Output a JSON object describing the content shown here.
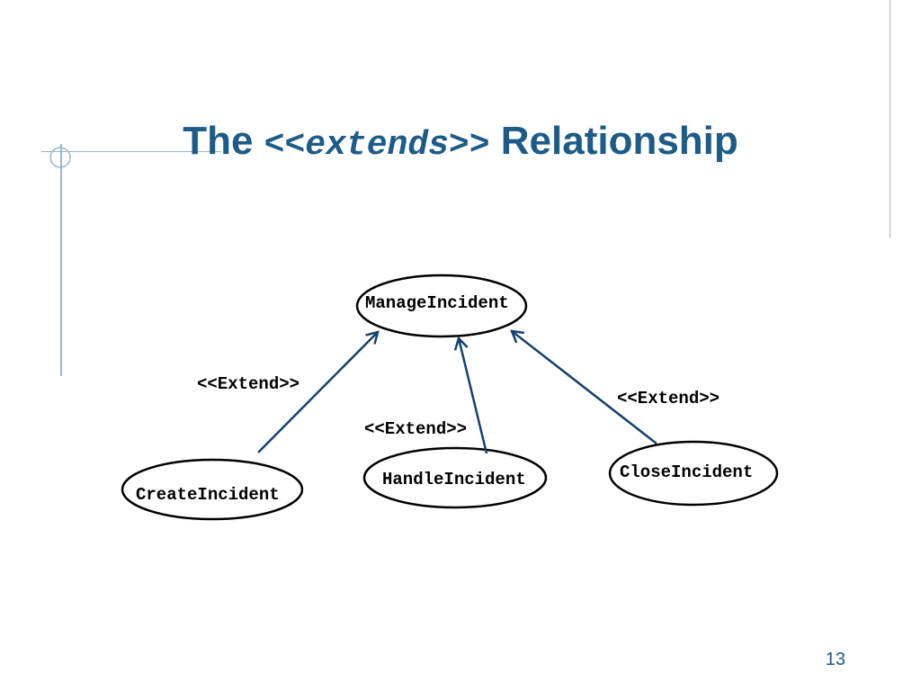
{
  "slide": {
    "title_prefix": "The",
    "title_stereotype": "<<extends>>",
    "title_suffix": "Relationship",
    "slide_number": "13"
  },
  "diagram": {
    "use_cases": {
      "manage": "ManageIncident",
      "create": "CreateIncident",
      "handle": "HandleIncident",
      "close": "CloseIncident"
    },
    "relationships": {
      "create_to_manage": "<<Extend>>",
      "handle_to_manage": "<<Extend>>",
      "close_to_manage": "<<Extend>>"
    }
  },
  "colors": {
    "title": "#1e5b86",
    "arrow": "#17416b",
    "decoration": "#9ab7ce"
  }
}
